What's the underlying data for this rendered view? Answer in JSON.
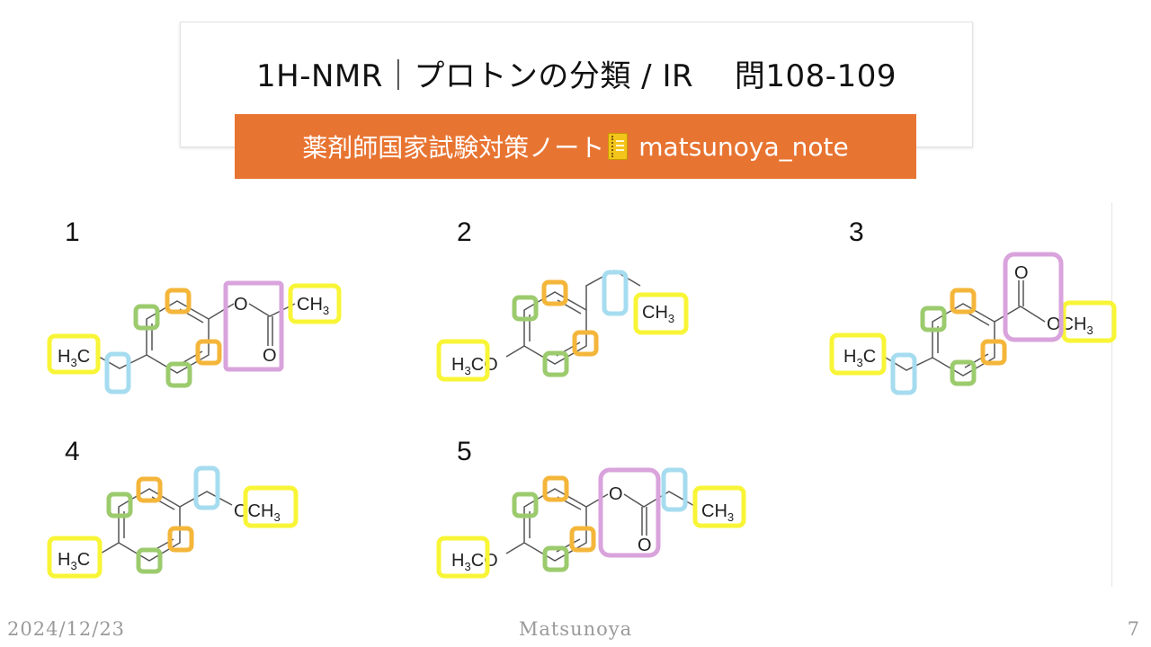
{
  "header": {
    "title": "1H-NMR｜プロトンの分類 / IR　 問108-109",
    "banner_text": "薬剤師国家試験対策ノート",
    "banner_handle": "matsunoya_note",
    "banner_icon": "notebook-icon"
  },
  "structures": [
    {
      "number": "1",
      "left_group": "H3C",
      "right_label": "CH3",
      "ring_o": "O",
      "carbonyl_o": "O"
    },
    {
      "number": "2",
      "left_group": "H3CO",
      "right_label": "CH3"
    },
    {
      "number": "3",
      "left_group": "H3C",
      "right_label": "OCH3",
      "carbonyl_o": "O"
    },
    {
      "number": "4",
      "left_group": "H3C",
      "right_label": "OCH3"
    },
    {
      "number": "5",
      "left_group": "H3CO",
      "right_label": "CH3",
      "ring_o": "O",
      "carbonyl_o": "O"
    }
  ],
  "highlight_colors": {
    "methyl": "#f8f537",
    "methylene": "#a6dcef",
    "aromatic_ortho": "#9ccb6d",
    "aromatic_meta": "#f4b63a",
    "carbonyl": "#d9a3dc"
  },
  "footer": {
    "date": "2024/12/23",
    "author": "Matsunoya",
    "page": "7"
  }
}
